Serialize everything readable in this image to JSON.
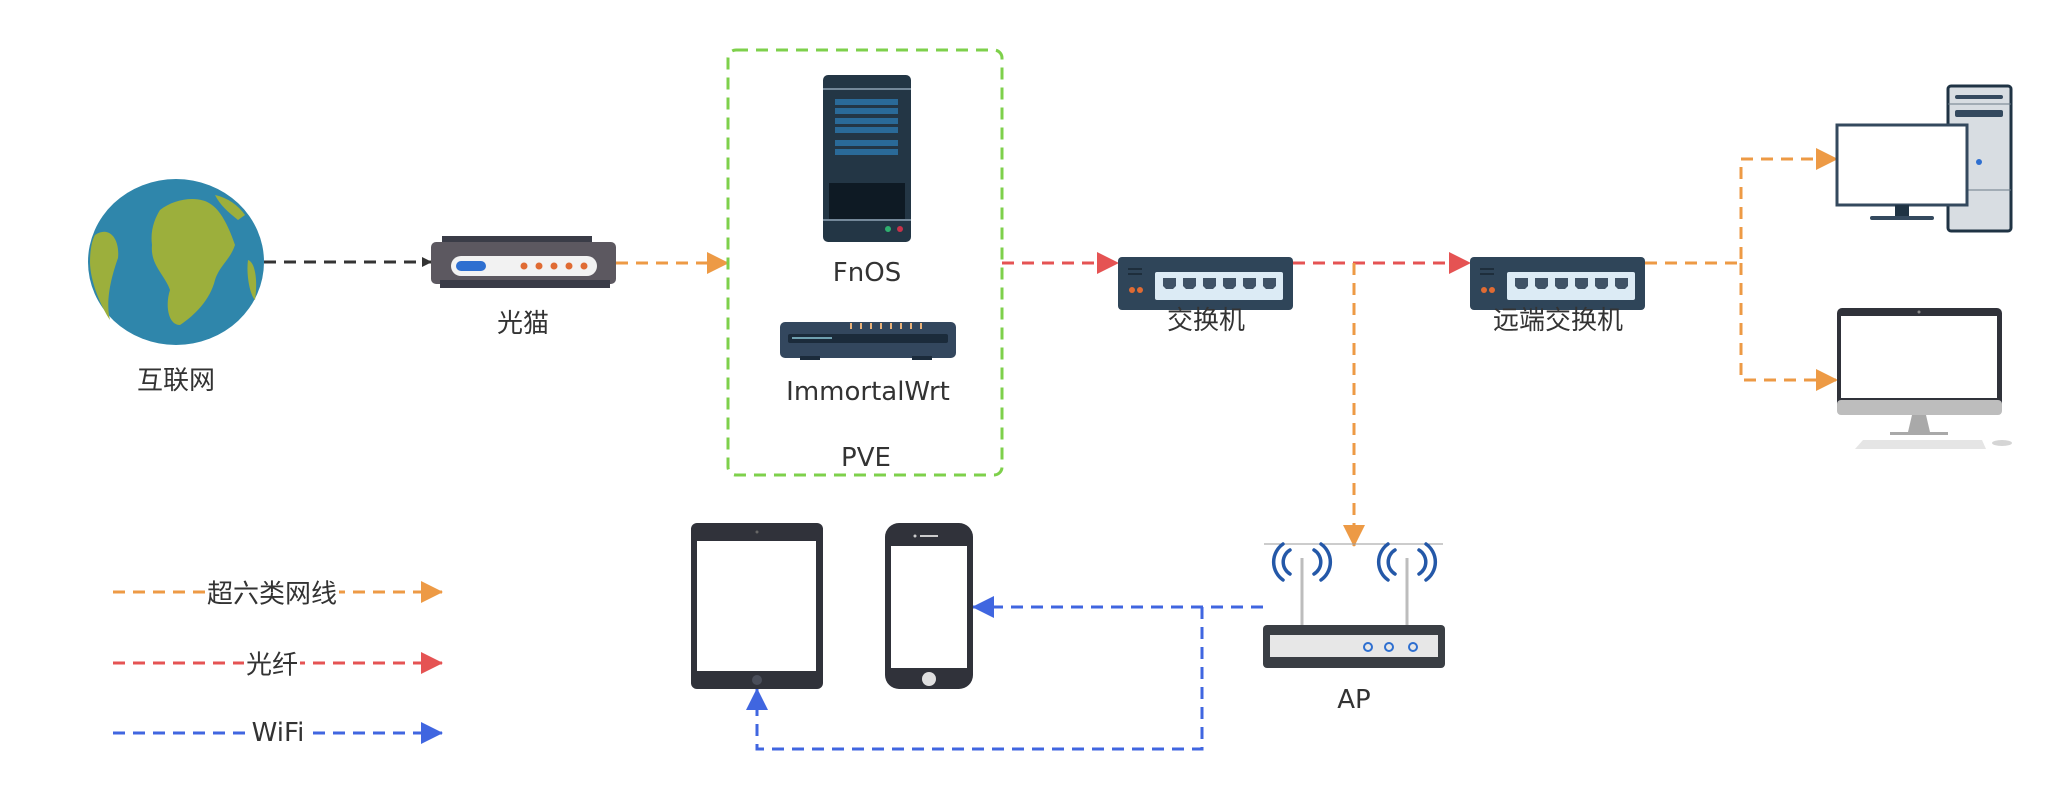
{
  "colors": {
    "cat6": "#ED9A45",
    "fiber": "#E55353",
    "wifi": "#4066E0",
    "uplink": "#333333",
    "group": "#7ED04B"
  },
  "nodes": {
    "internet": {
      "label": "互联网",
      "icon": "globe-icon"
    },
    "modem": {
      "label": "光猫",
      "icon": "modem-icon"
    },
    "pve": {
      "label": "PVE"
    },
    "fnos": {
      "label": "FnOS",
      "icon": "server-icon"
    },
    "immortalwrt": {
      "label": "ImmortalWrt",
      "icon": "router-icon"
    },
    "switch": {
      "label": "交换机",
      "icon": "switch-icon"
    },
    "remote_switch": {
      "label": "远端交换机",
      "icon": "switch-icon"
    },
    "desktop": {
      "label": "",
      "icon": "desktop-pc-icon"
    },
    "imac": {
      "label": "",
      "icon": "all-in-one-pc-icon"
    },
    "ap": {
      "label": "AP",
      "icon": "wireless-ap-icon"
    },
    "tablet": {
      "label": "",
      "icon": "tablet-icon"
    },
    "phone": {
      "label": "",
      "icon": "phone-icon"
    }
  },
  "legend": [
    {
      "label": "超六类网线",
      "type": "cat6"
    },
    {
      "label": "光纤",
      "type": "fiber"
    },
    {
      "label": "WiFi",
      "type": "wifi"
    }
  ],
  "edges": [
    {
      "from": "internet",
      "to": "modem",
      "type": "uplink"
    },
    {
      "from": "modem",
      "to": "pve",
      "type": "cat6"
    },
    {
      "from": "pve",
      "to": "switch",
      "type": "fiber"
    },
    {
      "from": "switch",
      "to": "remote_switch",
      "type": "fiber"
    },
    {
      "from": "switch",
      "to": "ap",
      "type": "cat6"
    },
    {
      "from": "remote_switch",
      "to": "desktop",
      "type": "cat6"
    },
    {
      "from": "remote_switch",
      "to": "imac",
      "type": "cat6"
    },
    {
      "from": "ap",
      "to": "phone",
      "type": "wifi"
    },
    {
      "from": "ap",
      "to": "tablet",
      "type": "wifi"
    }
  ]
}
